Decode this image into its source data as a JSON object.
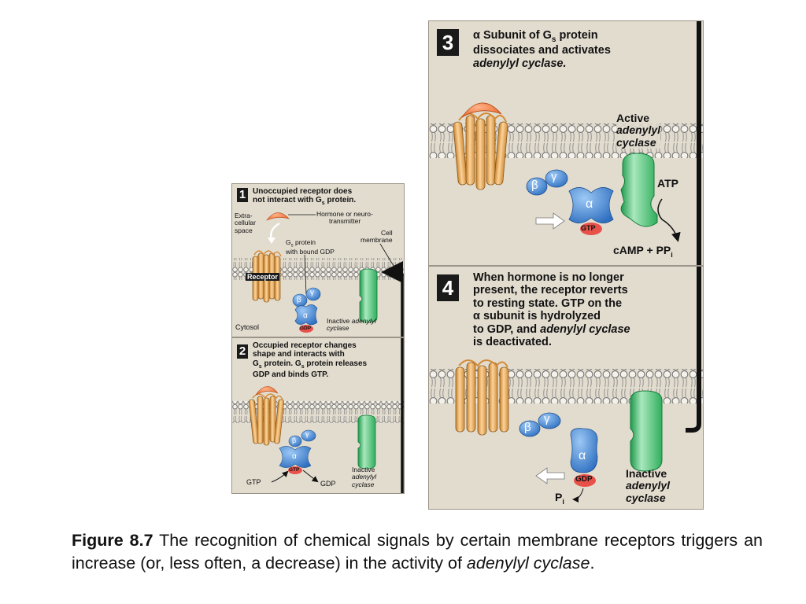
{
  "steps": [
    {
      "num": "1",
      "text_a": "Unoccupied receptor does",
      "text_b": "not interact with G",
      "text_b_sub": "s",
      "text_b_end": " protein.",
      "labels": {
        "extracellular_1": "Extra-",
        "extracellular_2": "cellular",
        "extracellular_3": "space",
        "hormone_1": "Hormone or neuro-",
        "hormone_2": "transmitter",
        "gs_1": "G",
        "gs_sub": "s",
        "gs_1_end": " protein",
        "gs_2": "with bound GDP",
        "membrane_1": "Cell",
        "membrane_2": "membrane",
        "receptor": "Receptor",
        "cytosol": "Cytosol",
        "inactive": "Inactive ",
        "adenylyl": "adenylyl",
        "cyclase": "cyclase",
        "beta": "β",
        "gamma": "γ",
        "alpha": "α",
        "gdp": "GDP"
      }
    },
    {
      "num": "2",
      "line1": "Occupied receptor changes",
      "line2": "shape and interacts with",
      "line3a": "G",
      "line3sub": "s",
      "line3b": " protein. G",
      "line3sub2": "s",
      "line3c": " protein releases",
      "line4": "GDP and binds GTP.",
      "labels": {
        "gtp_in": "GTP",
        "gdp_out": "GDP",
        "gtp": "GTP",
        "inactive": "Inactive",
        "adenylyl": "adenylyl",
        "cyclase": "cyclase",
        "beta": "β",
        "gamma": "γ",
        "alpha": "α"
      }
    },
    {
      "num": "3",
      "line1a": "α Subunit of G",
      "line1sub": "s",
      "line1b": " protein",
      "line2": "dissociates and activates",
      "line3": "adenylyl cyclase.",
      "labels": {
        "active": "Active",
        "adenylyl": "adenylyl",
        "cyclase": "cyclase",
        "atp": "ATP",
        "camp": "cAMP + PP",
        "camp_sub": "i",
        "gtp": "GTP",
        "beta": "β",
        "gamma": "γ",
        "alpha": "α"
      }
    },
    {
      "num": "4",
      "line1": "When hormone is no longer",
      "line2": "present, the receptor reverts",
      "line3": "to resting state. GTP on the",
      "line4": "α subunit is hydrolyzed",
      "line5a": "to GDP, and ",
      "line5b": "adenylyl cyclase",
      "line6": "is deactivated.",
      "labels": {
        "inactive": "Inactive",
        "adenylyl": "adenylyl",
        "cyclase": "cyclase",
        "pi": "P",
        "pi_sub": "i",
        "gdp": "GDP",
        "beta": "β",
        "gamma": "γ",
        "alpha": "α"
      }
    }
  ],
  "caption": {
    "figure": "Figure 8.7",
    "text": " The recognition of chemical signals by certain membrane receptors triggers an increase (or, less often, a decrease) in the activity of ",
    "italic": "adenylyl cyclase",
    "end": "."
  },
  "colors": {
    "panel_bg": "#e2dccf",
    "receptor": "#f2b25a",
    "hormone": "#f07a3a",
    "gprotein": "#3f86d6",
    "cyclase": "#3cb865",
    "gtp": "#e8504a"
  }
}
